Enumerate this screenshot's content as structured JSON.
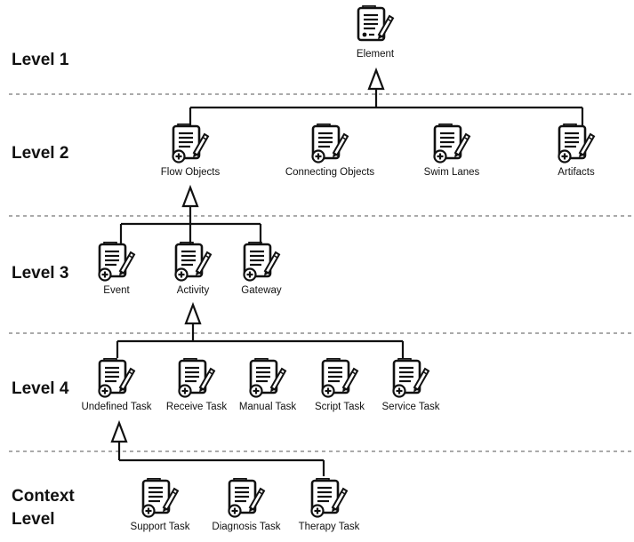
{
  "levels": {
    "level1": "Level 1",
    "level2": "Level 2",
    "level3": "Level 3",
    "level4": "Level 4",
    "context": [
      "Context",
      "Level"
    ]
  },
  "nodes": {
    "element": "Element",
    "flow_objects": "Flow Objects",
    "connecting_objects": "Connecting Objects",
    "swim_lanes": "Swim Lanes",
    "artifacts": "Artifacts",
    "event": "Event",
    "activity": "Activity",
    "gateway": "Gateway",
    "undefined_task": "Undefined Task",
    "receive_task": "Receive Task",
    "manual_task": "Manual Task",
    "script_task": "Script Task",
    "service_task": "Service Task",
    "support_task": "Support Task",
    "diagnosis_task": "Diagnosis Task",
    "therapy_task": "Therapy Task"
  },
  "icon": "document-edit-icon"
}
